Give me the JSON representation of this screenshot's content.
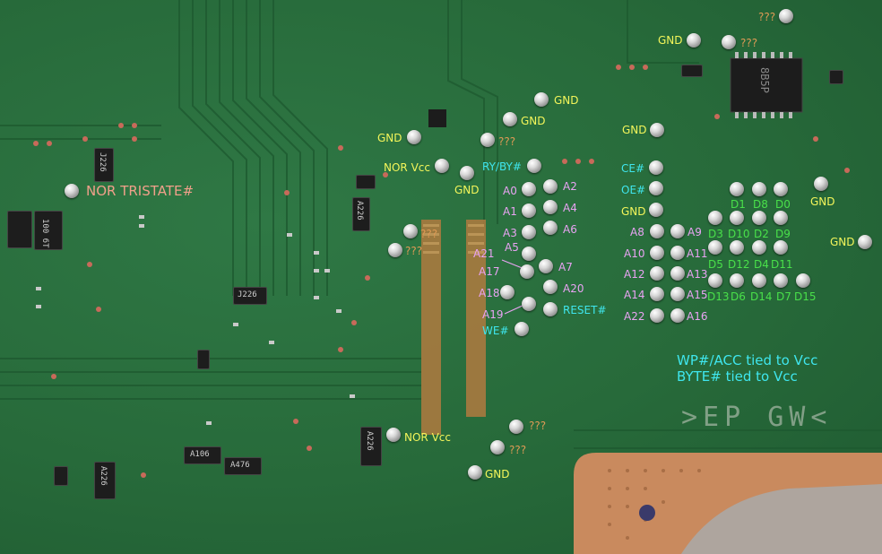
{
  "notes": {
    "nor_tristate": "NOR TRISTATE#",
    "wp_acc": "WP#/ACC tied to Vcc",
    "byte": "BYTE# tied to Vcc"
  },
  "silkscreen": {
    "board_text": ">EP GW<",
    "chip_markings": [
      "J226",
      "100 6T",
      "A226",
      "J226",
      "A106",
      "A476",
      "A226",
      "A226"
    ],
    "ic_marking": "8B5P"
  },
  "labels": {
    "gnd_top1": "GND",
    "unk_top1": "???",
    "unk_top2": "???",
    "gnd_a": "GND",
    "gnd_b": "GND",
    "gnd_c": "GND",
    "unk_c": "???",
    "nor_vcc_top": "NOR Vcc",
    "gnd_d": "GND",
    "ry_by": "RY/BY#",
    "unk_e": "???",
    "unk_f": "???",
    "gnd_right_top": "GND",
    "ce": "CE#",
    "oe": "OE#",
    "gnd_mid": "GND",
    "gnd_right": "GND",
    "gnd_far_right": "GND",
    "nor_vcc_bottom": "NOR Vcc",
    "unk_g": "???",
    "unk_h": "???",
    "gnd_bottom": "GND",
    "we": "WE#",
    "reset": "RESET#"
  },
  "address_pins": {
    "a0": "A0",
    "a1": "A1",
    "a2": "A2",
    "a3": "A3",
    "a4": "A4",
    "a5": "A5",
    "a6": "A6",
    "a7": "A7",
    "a8": "A8",
    "a9": "A9",
    "a10": "A10",
    "a11": "A11",
    "a12": "A12",
    "a13": "A13",
    "a14": "A14",
    "a15": "A15",
    "a16": "A16",
    "a17": "A17",
    "a18": "A18",
    "a19": "A19",
    "a20": "A20",
    "a21": "A21",
    "a22": "A22"
  },
  "data_pins": {
    "d0": "D0",
    "d1": "D1",
    "d2": "D2",
    "d3": "D3",
    "d4": "D4",
    "d5": "D5",
    "d6": "D6",
    "d7": "D7",
    "d8": "D8",
    "d9": "D9",
    "d10": "D10",
    "d11": "D11",
    "d12": "D12",
    "d13": "D13",
    "d14": "D14",
    "d15": "D15"
  },
  "colors": {
    "board": "#2a6a3c",
    "gnd": "#f3f55a",
    "control": "#3fe6ee",
    "address": "#e9a3f3",
    "data": "#49e04a",
    "unknown": "#dd9a55",
    "note": "#f0a08a"
  }
}
